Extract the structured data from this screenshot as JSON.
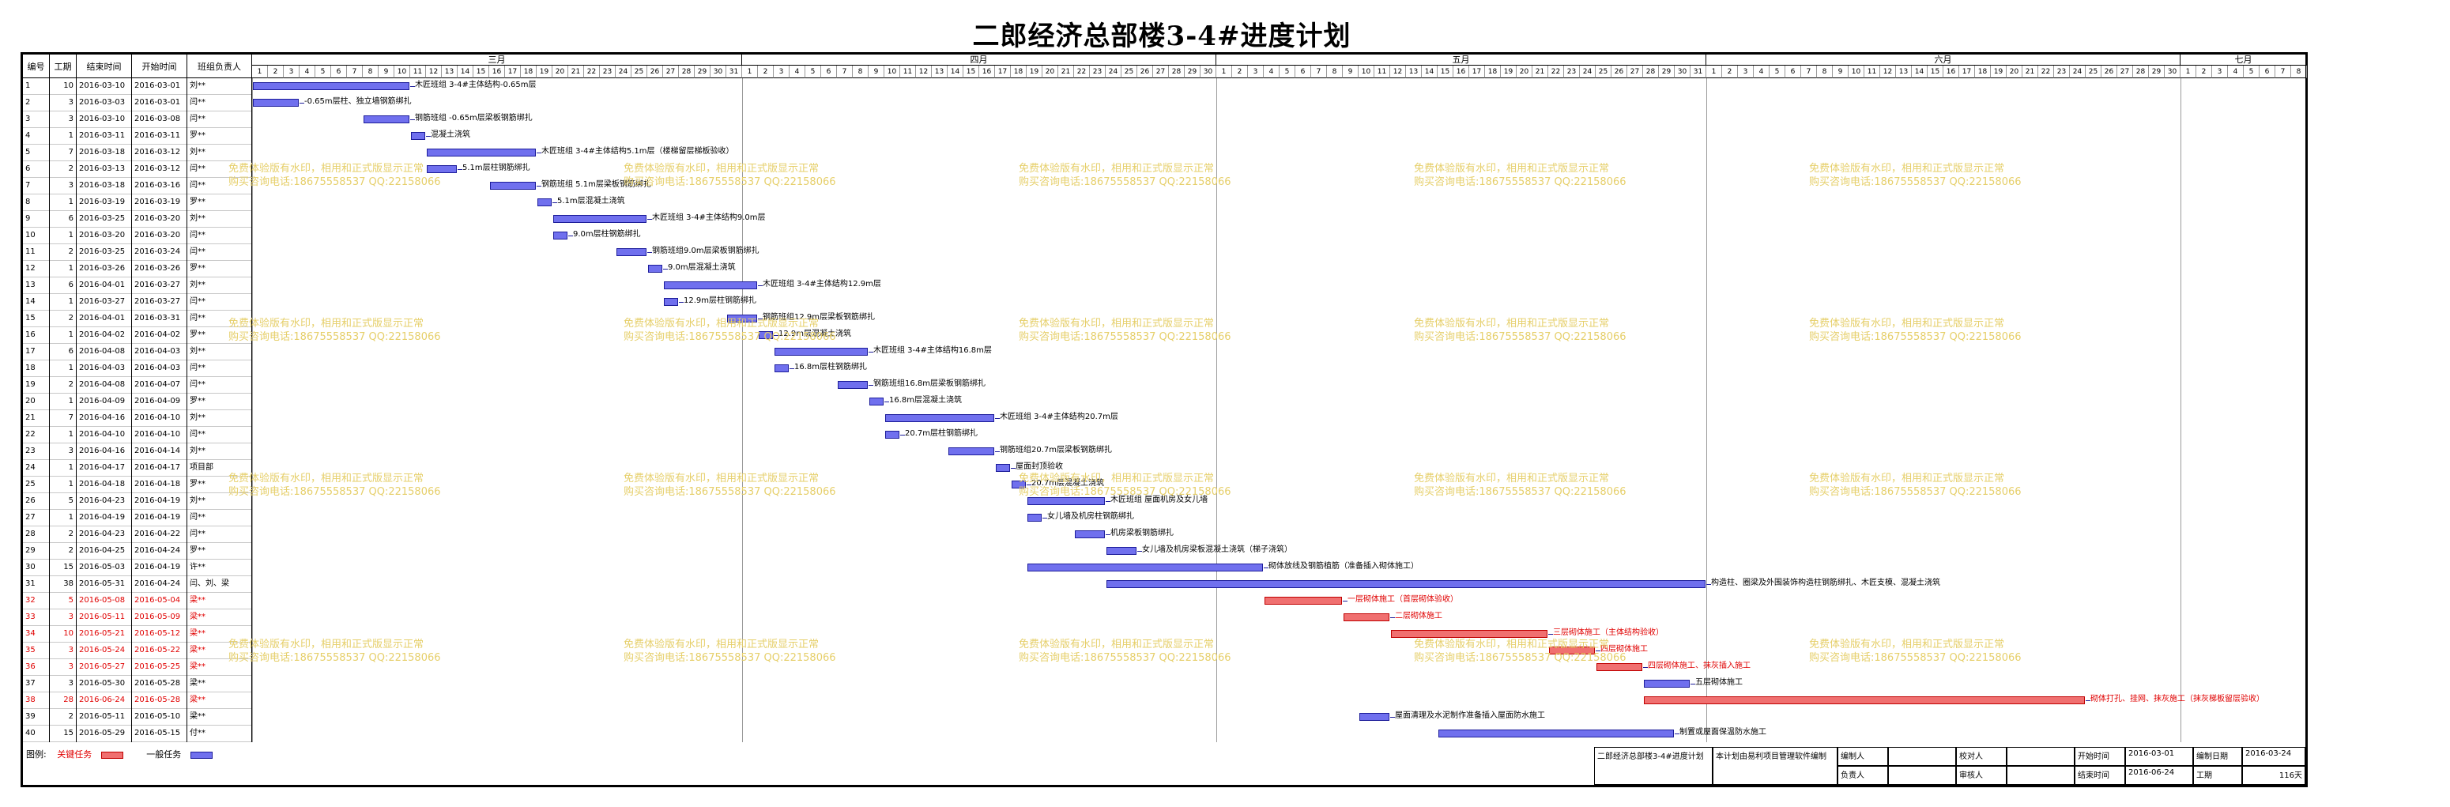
{
  "title": "二郎经济总部楼3-4#进度计划",
  "headers": {
    "num": "编号",
    "dur": "工期",
    "end": "结束时间",
    "start": "开始时间",
    "owner": "班组负责人"
  },
  "months": [
    {
      "name": "三月",
      "days": 31
    },
    {
      "name": "四月",
      "days": 30
    },
    {
      "name": "五月",
      "days": 31
    },
    {
      "name": "六月",
      "days": 30
    },
    {
      "name": "七月",
      "days": 8
    }
  ],
  "tasks": [
    {
      "num": "1",
      "dur": "10",
      "end": "2016-03-10",
      "start": "2016-03-01",
      "owner": "刘**",
      "label": "木匠班组 3-4#主体结构-0.65m层",
      "crit": false
    },
    {
      "num": "2",
      "dur": "3",
      "end": "2016-03-03",
      "start": "2016-03-01",
      "owner": "闫**",
      "label": "-0.65m层柱、独立墙钢筋绑扎",
      "crit": false
    },
    {
      "num": "3",
      "dur": "3",
      "end": "2016-03-10",
      "start": "2016-03-08",
      "owner": "闫**",
      "label": "钢筋班组 -0.65m层梁板钢筋绑扎",
      "crit": false
    },
    {
      "num": "4",
      "dur": "1",
      "end": "2016-03-11",
      "start": "2016-03-11",
      "owner": "罗**",
      "label": "混凝土浇筑",
      "crit": false
    },
    {
      "num": "5",
      "dur": "7",
      "end": "2016-03-18",
      "start": "2016-03-12",
      "owner": "刘**",
      "label": "木匠班组 3-4#主体结构5.1m层（楼梯留层梯板验收）",
      "crit": false
    },
    {
      "num": "6",
      "dur": "2",
      "end": "2016-03-13",
      "start": "2016-03-12",
      "owner": "闫**",
      "label": "5.1m层柱钢筋绑扎",
      "crit": false
    },
    {
      "num": "7",
      "dur": "3",
      "end": "2016-03-18",
      "start": "2016-03-16",
      "owner": "闫**",
      "label": "钢筋班组 5.1m层梁板钢筋绑扎",
      "crit": false
    },
    {
      "num": "8",
      "dur": "1",
      "end": "2016-03-19",
      "start": "2016-03-19",
      "owner": "罗**",
      "label": "5.1m层混凝土浇筑",
      "crit": false
    },
    {
      "num": "9",
      "dur": "6",
      "end": "2016-03-25",
      "start": "2016-03-20",
      "owner": "刘**",
      "label": "木匠班组 3-4#主体结构9.0m层",
      "crit": false
    },
    {
      "num": "10",
      "dur": "1",
      "end": "2016-03-20",
      "start": "2016-03-20",
      "owner": "闫**",
      "label": "9.0m层柱钢筋绑扎",
      "crit": false
    },
    {
      "num": "11",
      "dur": "2",
      "end": "2016-03-25",
      "start": "2016-03-24",
      "owner": "闫**",
      "label": "钢筋班组9.0m层梁板钢筋绑扎",
      "crit": false
    },
    {
      "num": "12",
      "dur": "1",
      "end": "2016-03-26",
      "start": "2016-03-26",
      "owner": "罗**",
      "label": "9.0m层混凝土浇筑",
      "crit": false
    },
    {
      "num": "13",
      "dur": "6",
      "end": "2016-04-01",
      "start": "2016-03-27",
      "owner": "刘**",
      "label": "木匠班组 3-4#主体结构12.9m层",
      "crit": false
    },
    {
      "num": "14",
      "dur": "1",
      "end": "2016-03-27",
      "start": "2016-03-27",
      "owner": "闫**",
      "label": "12.9m层柱钢筋绑扎",
      "crit": false
    },
    {
      "num": "15",
      "dur": "2",
      "end": "2016-04-01",
      "start": "2016-03-31",
      "owner": "闫**",
      "label": "钢筋班组12.9m层梁板钢筋绑扎",
      "crit": false
    },
    {
      "num": "16",
      "dur": "1",
      "end": "2016-04-02",
      "start": "2016-04-02",
      "owner": "罗**",
      "label": "12.9m层混凝土浇筑",
      "crit": false
    },
    {
      "num": "17",
      "dur": "6",
      "end": "2016-04-08",
      "start": "2016-04-03",
      "owner": "刘**",
      "label": "木匠班组 3-4#主体结构16.8m层",
      "crit": false
    },
    {
      "num": "18",
      "dur": "1",
      "end": "2016-04-03",
      "start": "2016-04-03",
      "owner": "闫**",
      "label": "16.8m层柱钢筋绑扎",
      "crit": false
    },
    {
      "num": "19",
      "dur": "2",
      "end": "2016-04-08",
      "start": "2016-04-07",
      "owner": "闫**",
      "label": "钢筋班组16.8m层梁板钢筋绑扎",
      "crit": false
    },
    {
      "num": "20",
      "dur": "1",
      "end": "2016-04-09",
      "start": "2016-04-09",
      "owner": "罗**",
      "label": "16.8m层混凝土浇筑",
      "crit": false
    },
    {
      "num": "21",
      "dur": "7",
      "end": "2016-04-16",
      "start": "2016-04-10",
      "owner": "刘**",
      "label": "木匠班组 3-4#主体结构20.7m层",
      "crit": false
    },
    {
      "num": "22",
      "dur": "1",
      "end": "2016-04-10",
      "start": "2016-04-10",
      "owner": "闫**",
      "label": "20.7m层柱钢筋绑扎",
      "crit": false
    },
    {
      "num": "23",
      "dur": "3",
      "end": "2016-04-16",
      "start": "2016-04-14",
      "owner": "刘**",
      "label": "钢筋班组20.7m层梁板钢筋绑扎",
      "crit": false
    },
    {
      "num": "24",
      "dur": "1",
      "end": "2016-04-17",
      "start": "2016-04-17",
      "owner": "项目部",
      "label": "屋面封顶验收",
      "crit": false
    },
    {
      "num": "25",
      "dur": "1",
      "end": "2016-04-18",
      "start": "2016-04-18",
      "owner": "罗**",
      "label": "20.7m层混凝土浇筑",
      "crit": false
    },
    {
      "num": "26",
      "dur": "5",
      "end": "2016-04-23",
      "start": "2016-04-19",
      "owner": "刘**",
      "label": "木匠班组 屋面机房及女儿墙",
      "crit": false
    },
    {
      "num": "27",
      "dur": "1",
      "end": "2016-04-19",
      "start": "2016-04-19",
      "owner": "闫**",
      "label": "女儿墙及机房柱钢筋绑扎",
      "crit": false
    },
    {
      "num": "28",
      "dur": "2",
      "end": "2016-04-23",
      "start": "2016-04-22",
      "owner": "闫**",
      "label": "机房梁板钢筋绑扎",
      "crit": false
    },
    {
      "num": "29",
      "dur": "2",
      "end": "2016-04-25",
      "start": "2016-04-24",
      "owner": "罗**",
      "label": "女儿墙及机房梁板混凝土浇筑（梯子浇筑）",
      "crit": false
    },
    {
      "num": "30",
      "dur": "15",
      "end": "2016-05-03",
      "start": "2016-04-19",
      "owner": "许**",
      "label": "砌体放线及钢筋植筋（准备插入砌体施工）",
      "crit": false
    },
    {
      "num": "31",
      "dur": "38",
      "end": "2016-05-31",
      "start": "2016-04-24",
      "owner": "闫、刘、梁",
      "label": "构造柱、圈梁及外围装饰构造柱钢筋绑扎、木匠支模、混凝土浇筑",
      "crit": false
    },
    {
      "num": "32",
      "dur": "5",
      "end": "2016-05-08",
      "start": "2016-05-04",
      "owner": "梁**",
      "label": "一层砌体施工（首层砌体验收）",
      "crit": true
    },
    {
      "num": "33",
      "dur": "3",
      "end": "2016-05-11",
      "start": "2016-05-09",
      "owner": "梁**",
      "label": "二层砌体施工",
      "crit": true
    },
    {
      "num": "34",
      "dur": "10",
      "end": "2016-05-21",
      "start": "2016-05-12",
      "owner": "梁**",
      "label": "三层砌体施工（主体结构验收）",
      "crit": true
    },
    {
      "num": "35",
      "dur": "3",
      "end": "2016-05-24",
      "start": "2016-05-22",
      "owner": "梁**",
      "label": "四层砌体施工",
      "crit": true
    },
    {
      "num": "36",
      "dur": "3",
      "end": "2016-05-27",
      "start": "2016-05-25",
      "owner": "梁**",
      "label": "四层砌体施工、抹灰插入施工",
      "crit": true
    },
    {
      "num": "37",
      "dur": "3",
      "end": "2016-05-30",
      "start": "2016-05-28",
      "owner": "梁**",
      "label": "五层砌体施工",
      "crit": false
    },
    {
      "num": "38",
      "dur": "28",
      "end": "2016-06-24",
      "start": "2016-05-28",
      "owner": "梁**",
      "label": "砌体打孔、挂网、抹灰施工（抹灰梯板留层验收）",
      "crit": true
    },
    {
      "num": "39",
      "dur": "2",
      "end": "2016-05-11",
      "start": "2016-05-10",
      "owner": "梁**",
      "label": "屋面清理及水泥制作准备插入屋面防水施工",
      "crit": false
    },
    {
      "num": "40",
      "dur": "15",
      "end": "2016-05-29",
      "start": "2016-05-15",
      "owner": "付**",
      "label": "制置或屋面保温防水施工",
      "crit": false
    }
  ],
  "legend": {
    "label": "图例:",
    "critical": "关键任务",
    "normal": "一般任务"
  },
  "watermark": {
    "line1": "免费体验版有水印，相用和正式版显示正常",
    "line2": "购买咨询电话:18675558537 QQ:22158066"
  },
  "titleblock": {
    "project": "二郎经济总部楼3-4#进度计划",
    "software": "本计划由易利项目管理软件编制",
    "compile_label": "编制人",
    "compile_value": "",
    "check_label": "校对人",
    "check_value": "",
    "owner_label": "负责人",
    "owner_value": "",
    "review_label": "审核人",
    "review_value": "",
    "start_label": "开始时间",
    "start_value": "2016-03-01",
    "date_label": "编制日期",
    "date_value": "2016-03-24",
    "end_label": "结束时间",
    "end_value": "2016-06-24",
    "dur_label": "工期",
    "dur_value": "116天"
  },
  "colors": {
    "normal_bar": "#7070ee",
    "critical_bar": "#f07070",
    "critical_text": "#e00000",
    "watermark": "#e6cf6a"
  }
}
